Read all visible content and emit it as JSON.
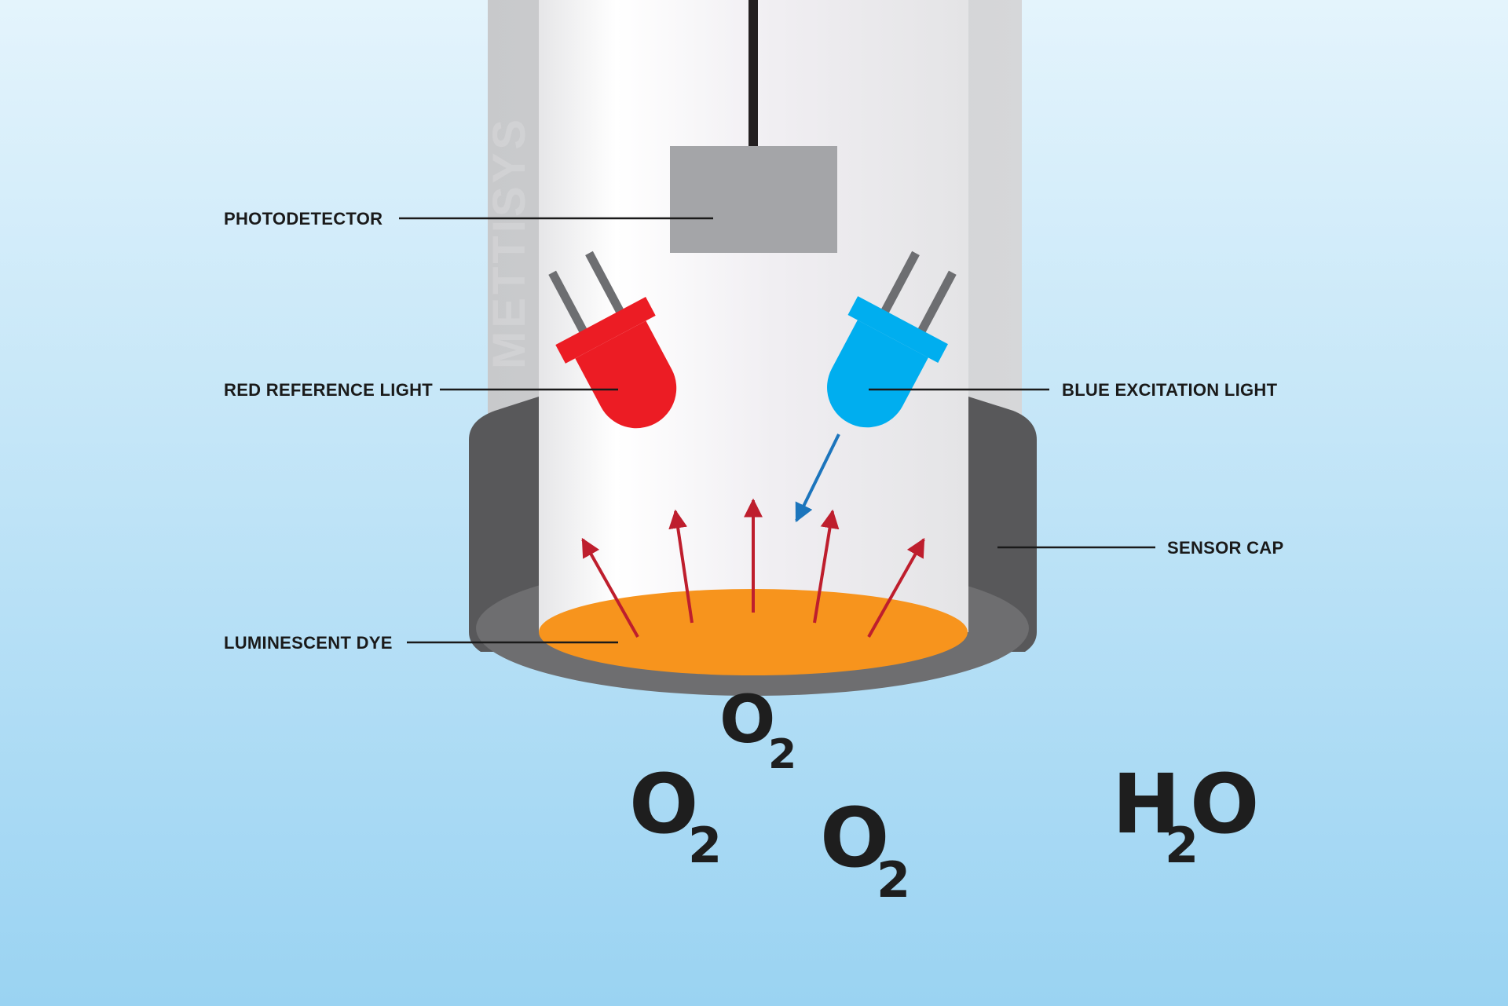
{
  "labels": {
    "photodetector": "PHOTODETECTOR",
    "red_reference_light": "RED REFERENCE LIGHT",
    "blue_excitation_light": "BLUE EXCITATION LIGHT",
    "sensor_cap": "SENSOR CAP",
    "luminescent_dye": "LUMINESCENT DYE"
  },
  "watermark": "METTISYS",
  "molecules": {
    "o2_top": {
      "base": "O",
      "sub": "2"
    },
    "o2_left": {
      "base": "O",
      "sub": "2"
    },
    "o2_mid": {
      "base": "O",
      "sub": "2"
    },
    "h2o": {
      "base": "H",
      "sub": "2",
      "tail": "O"
    }
  },
  "colors": {
    "background_top": "#e4f4fc",
    "background_bottom": "#9ad3f2",
    "probe_body": "#f2f2f4",
    "probe_shadow": "#c9cacc",
    "sensor_cap": "#58585a",
    "sensor_cap_rim": "#6e6e70",
    "photodetector": "#a4a5a8",
    "red_led": "#ec1c24",
    "blue_led": "#00aeef",
    "led_leads": "#6d6e71",
    "dye": "#f7941d",
    "emission_arrows": "#be1e2d",
    "excitation_arrow": "#1c75bc",
    "text": "#1a1a1a"
  }
}
